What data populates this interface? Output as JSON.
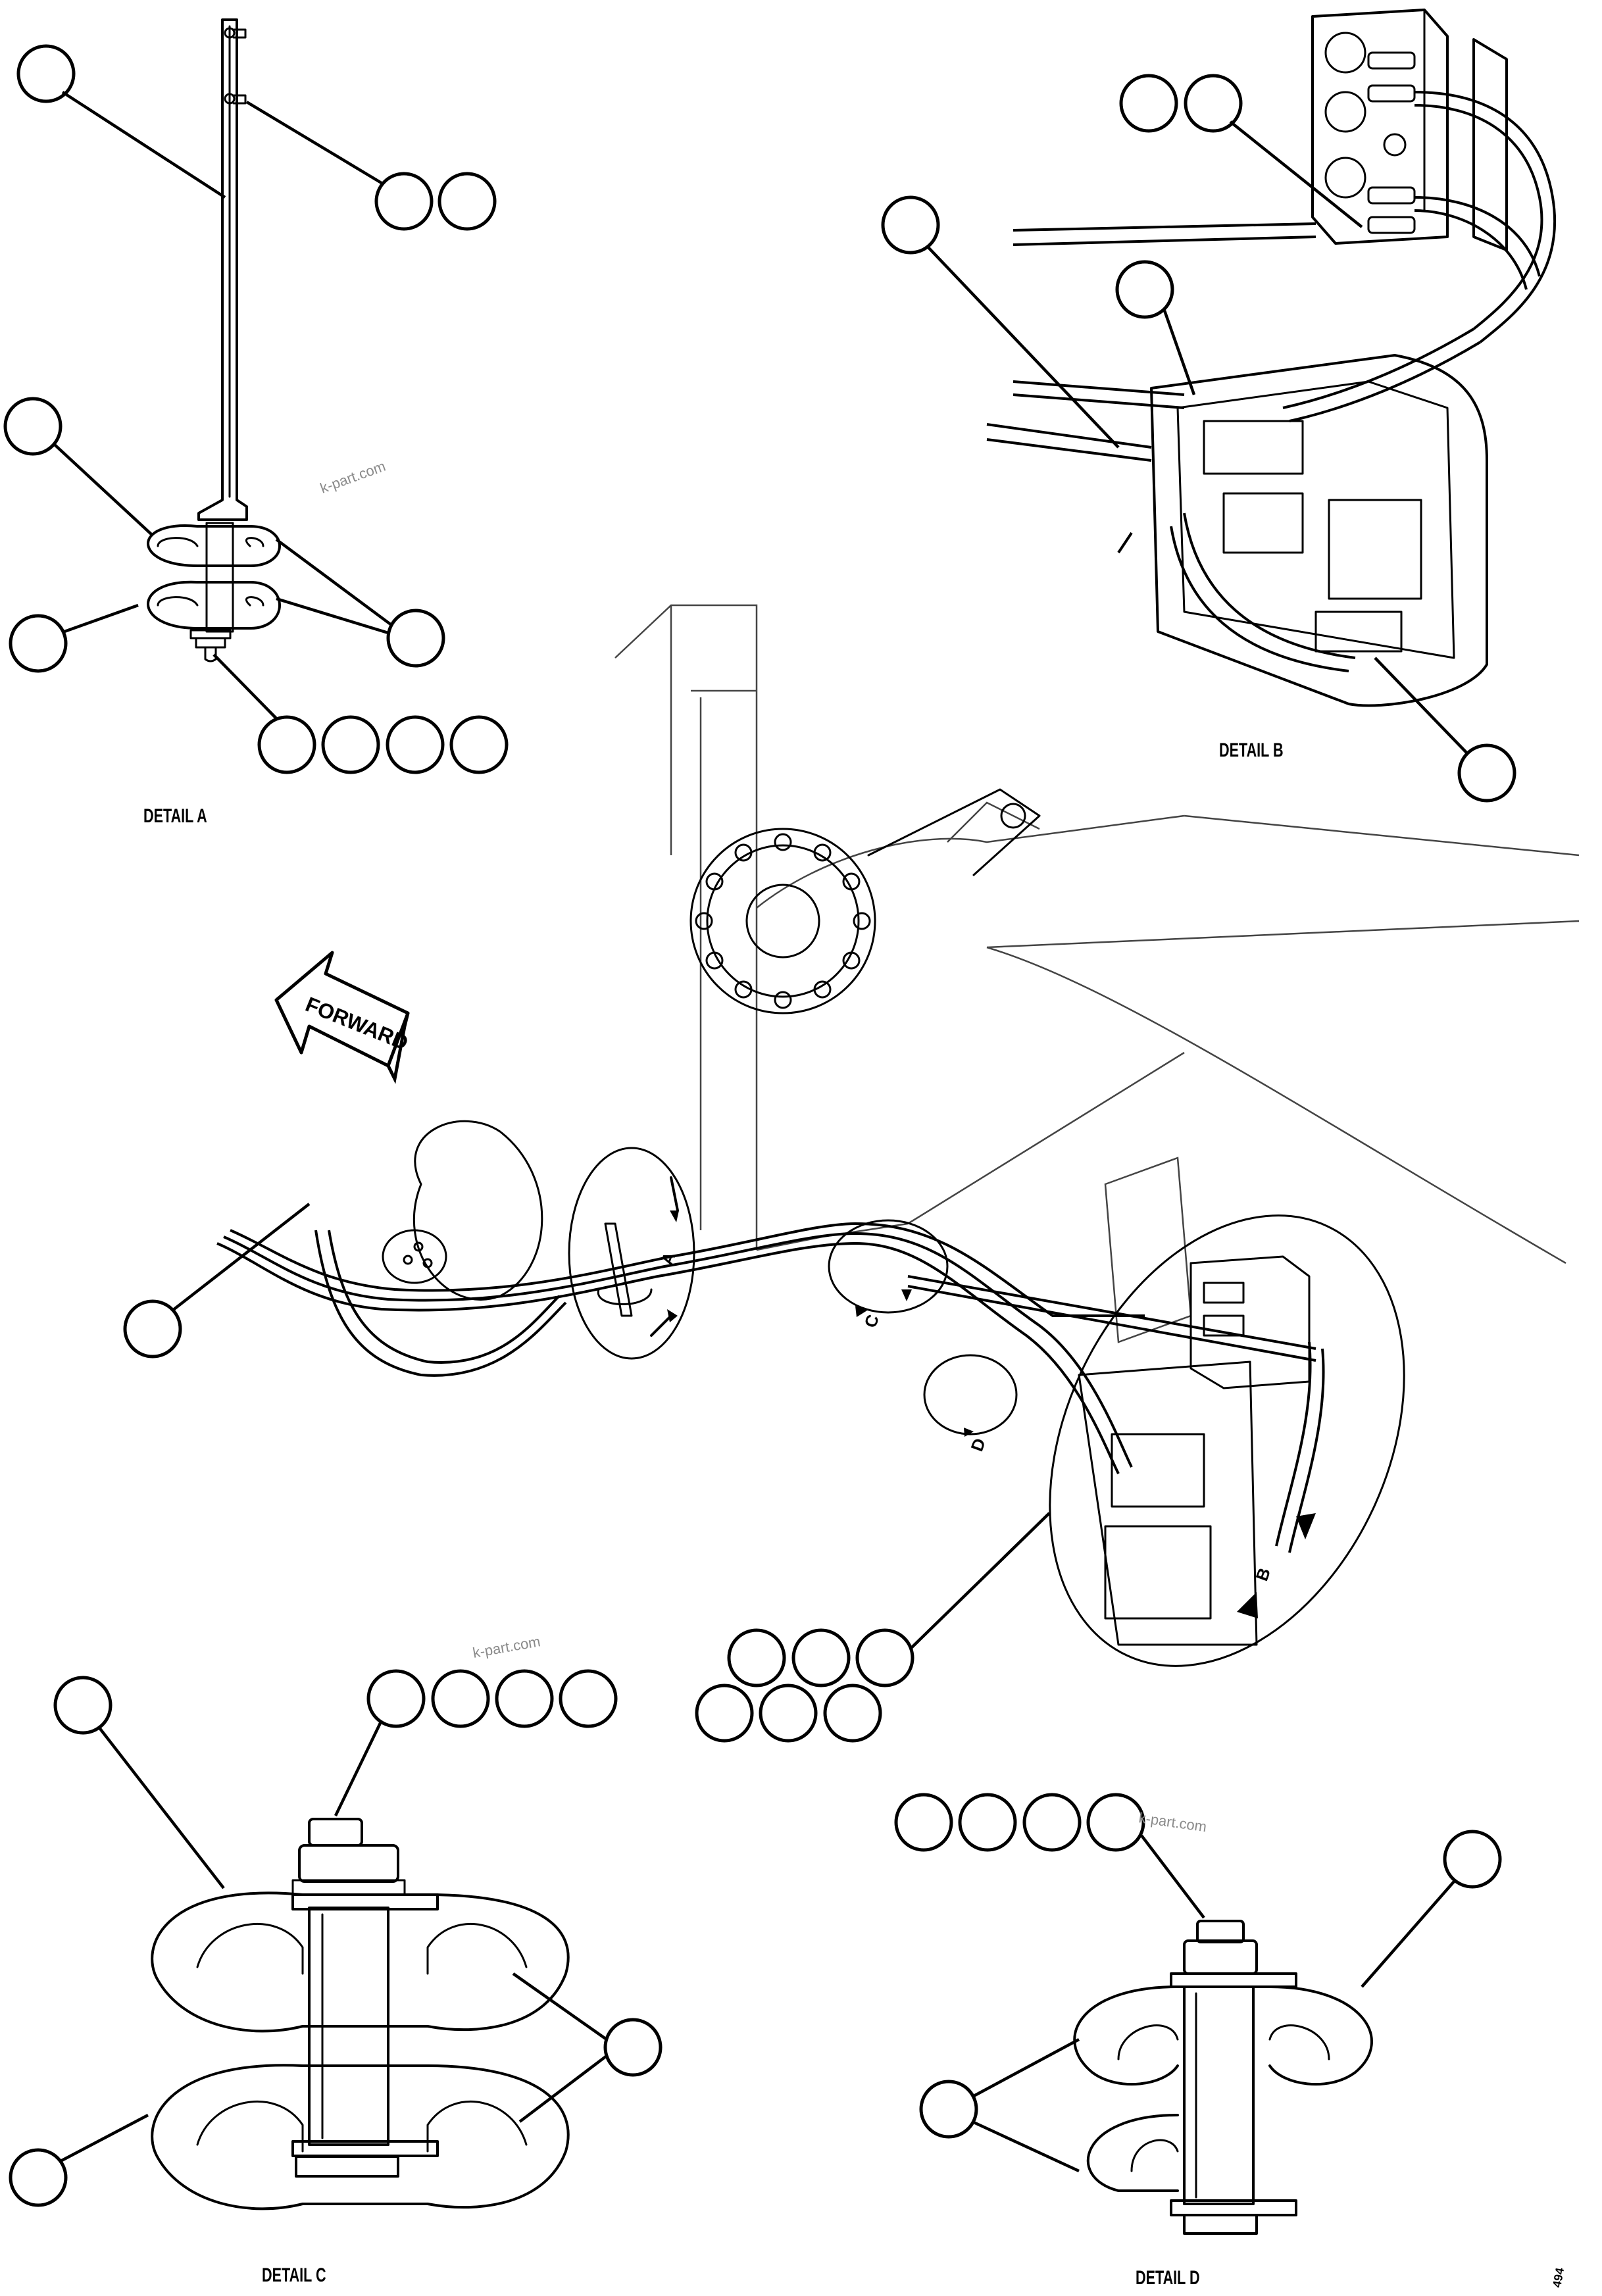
{
  "details": {
    "a": "DETAIL A",
    "b": "DETAIL B",
    "c": "DETAIL C",
    "d": "DETAIL D"
  },
  "forward_arrow": "FORWARD",
  "view_letters": {
    "a": "A",
    "b": "B",
    "c": "C",
    "d": "D"
  },
  "watermark": "k-part.com",
  "figure_number": "494"
}
